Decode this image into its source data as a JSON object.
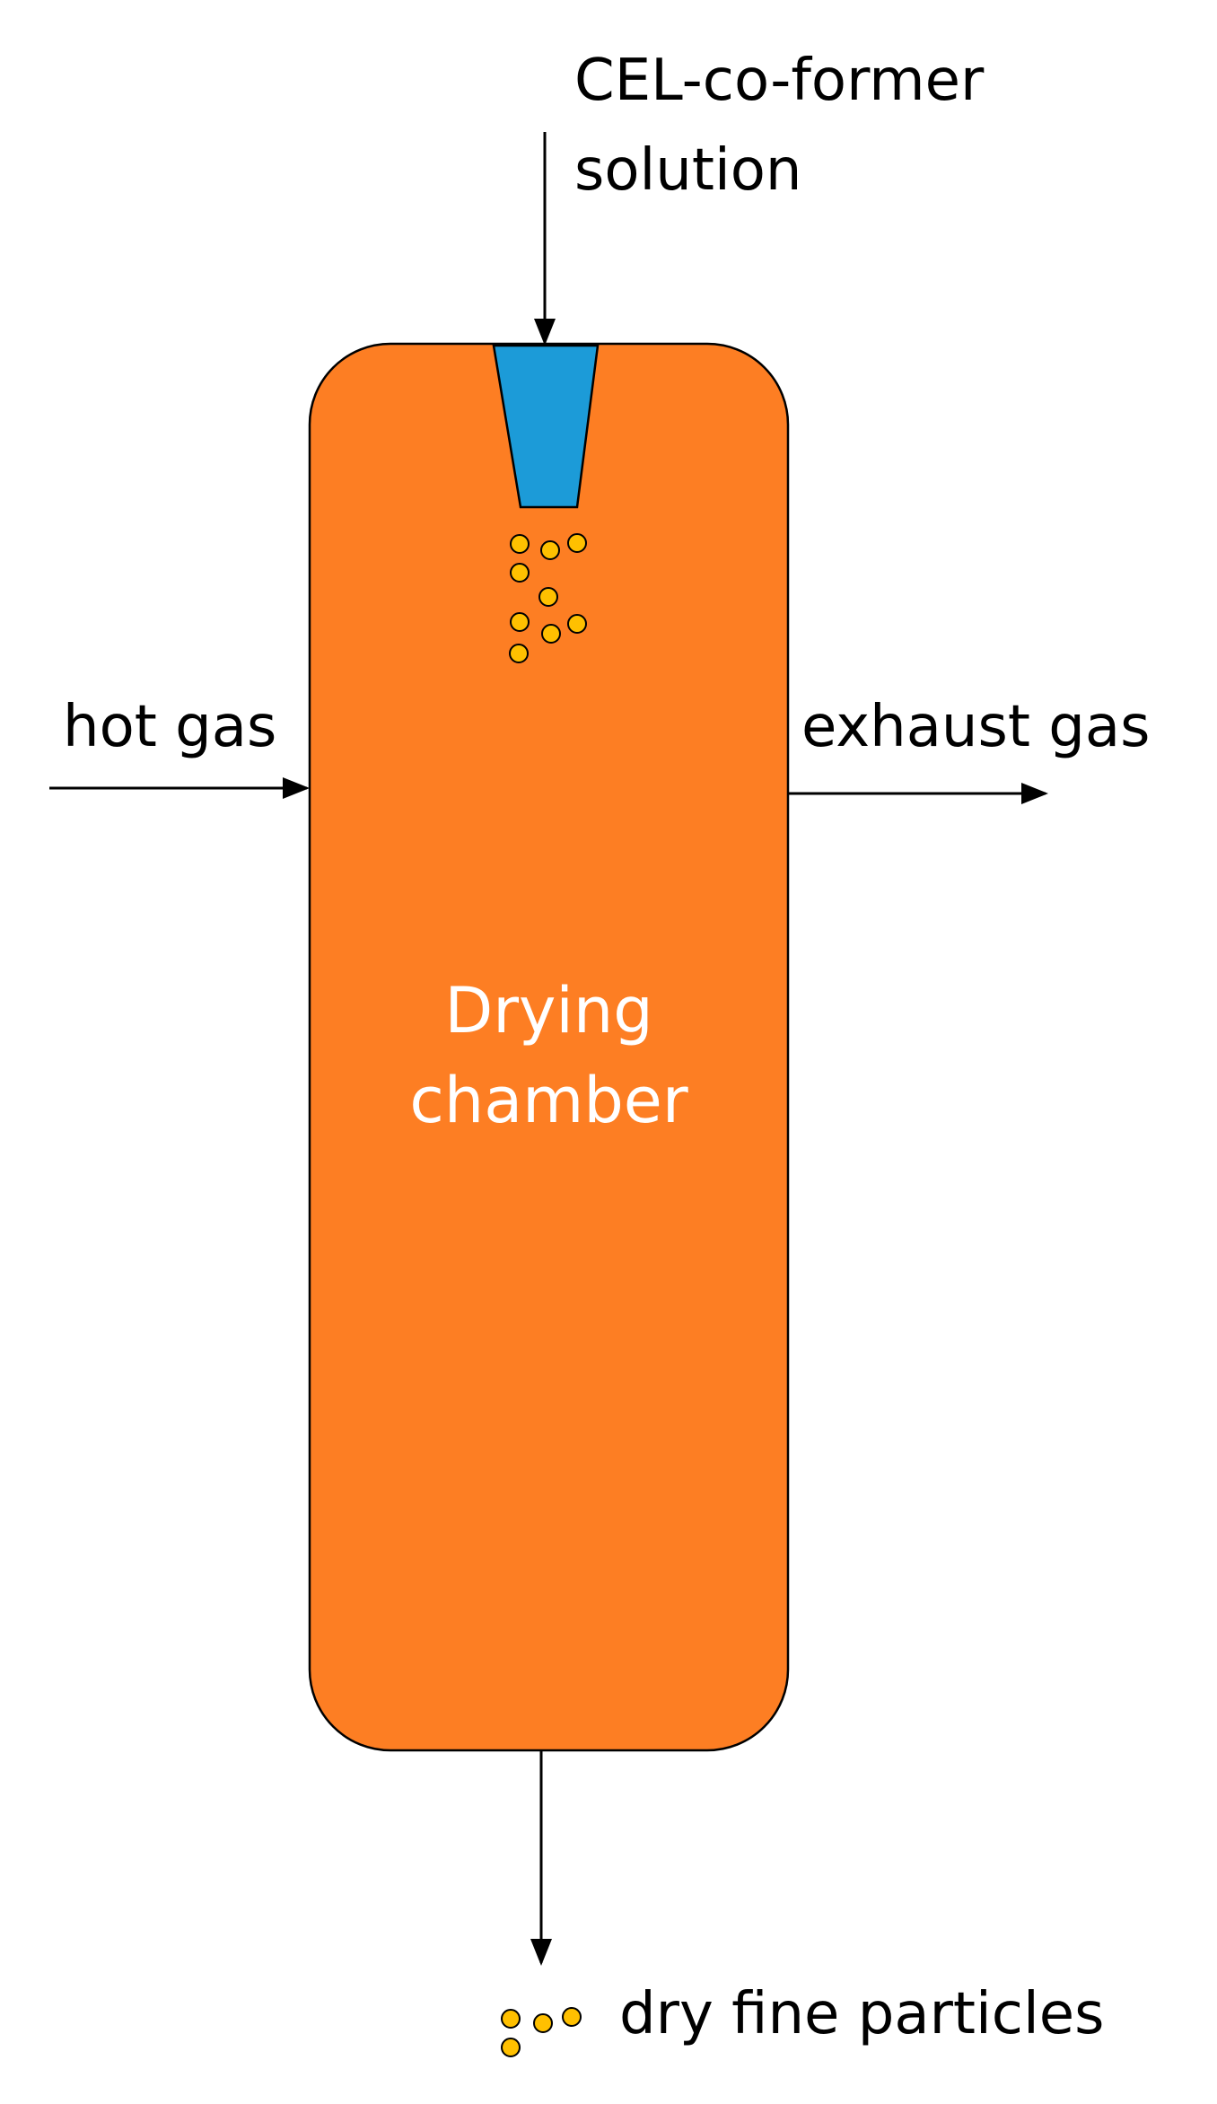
{
  "labels": {
    "feed_line1": "CEL-co-former",
    "feed_line2": "solution",
    "hot_gas": "hot gas",
    "exhaust_gas": "exhaust gas",
    "chamber_line1": "Drying",
    "chamber_line2": "chamber",
    "product": "dry fine particles"
  },
  "colors": {
    "chamber_fill": "#FD7E23",
    "nozzle_fill": "#1C9BD8",
    "particle_fill": "#FFC000",
    "chamber_text": "#FFFFFF",
    "line": "#000000"
  }
}
